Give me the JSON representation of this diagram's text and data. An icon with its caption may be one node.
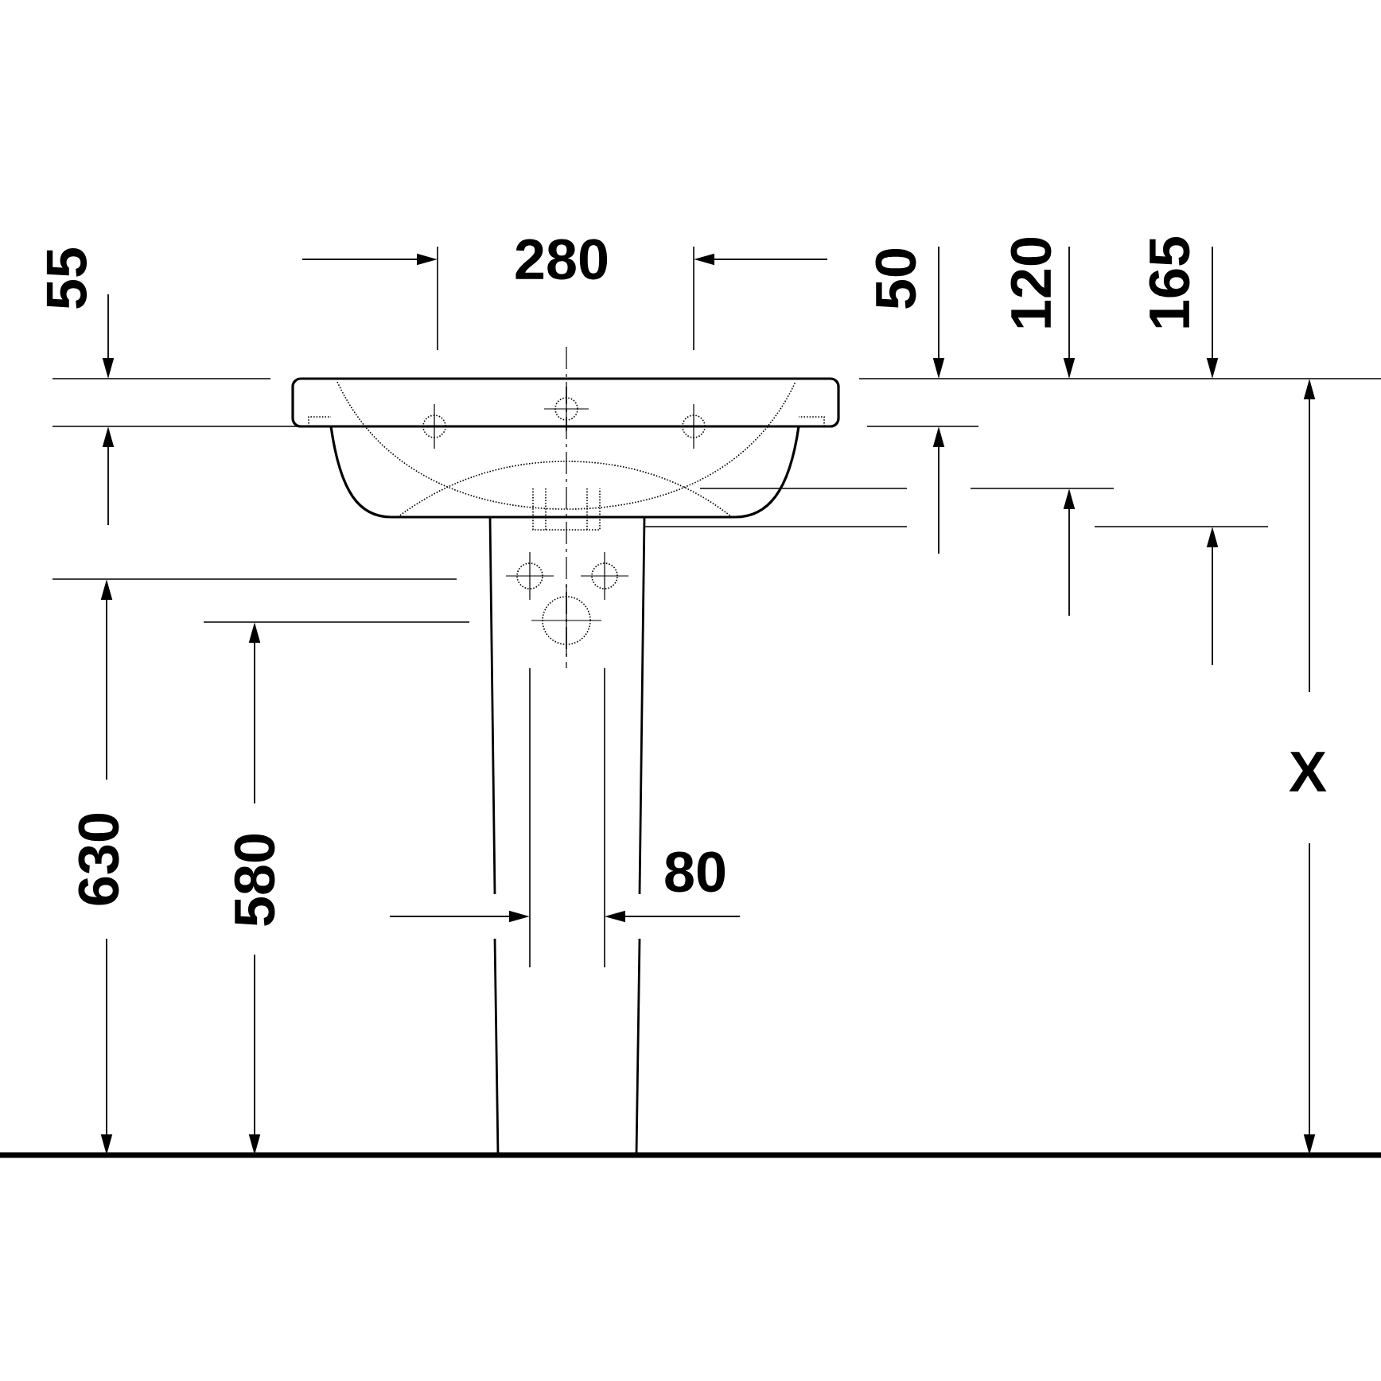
{
  "diagram": {
    "labels": [
      "55",
      "280",
      "50",
      "120",
      "165",
      "X",
      "630",
      "580",
      "80"
    ]
  }
}
